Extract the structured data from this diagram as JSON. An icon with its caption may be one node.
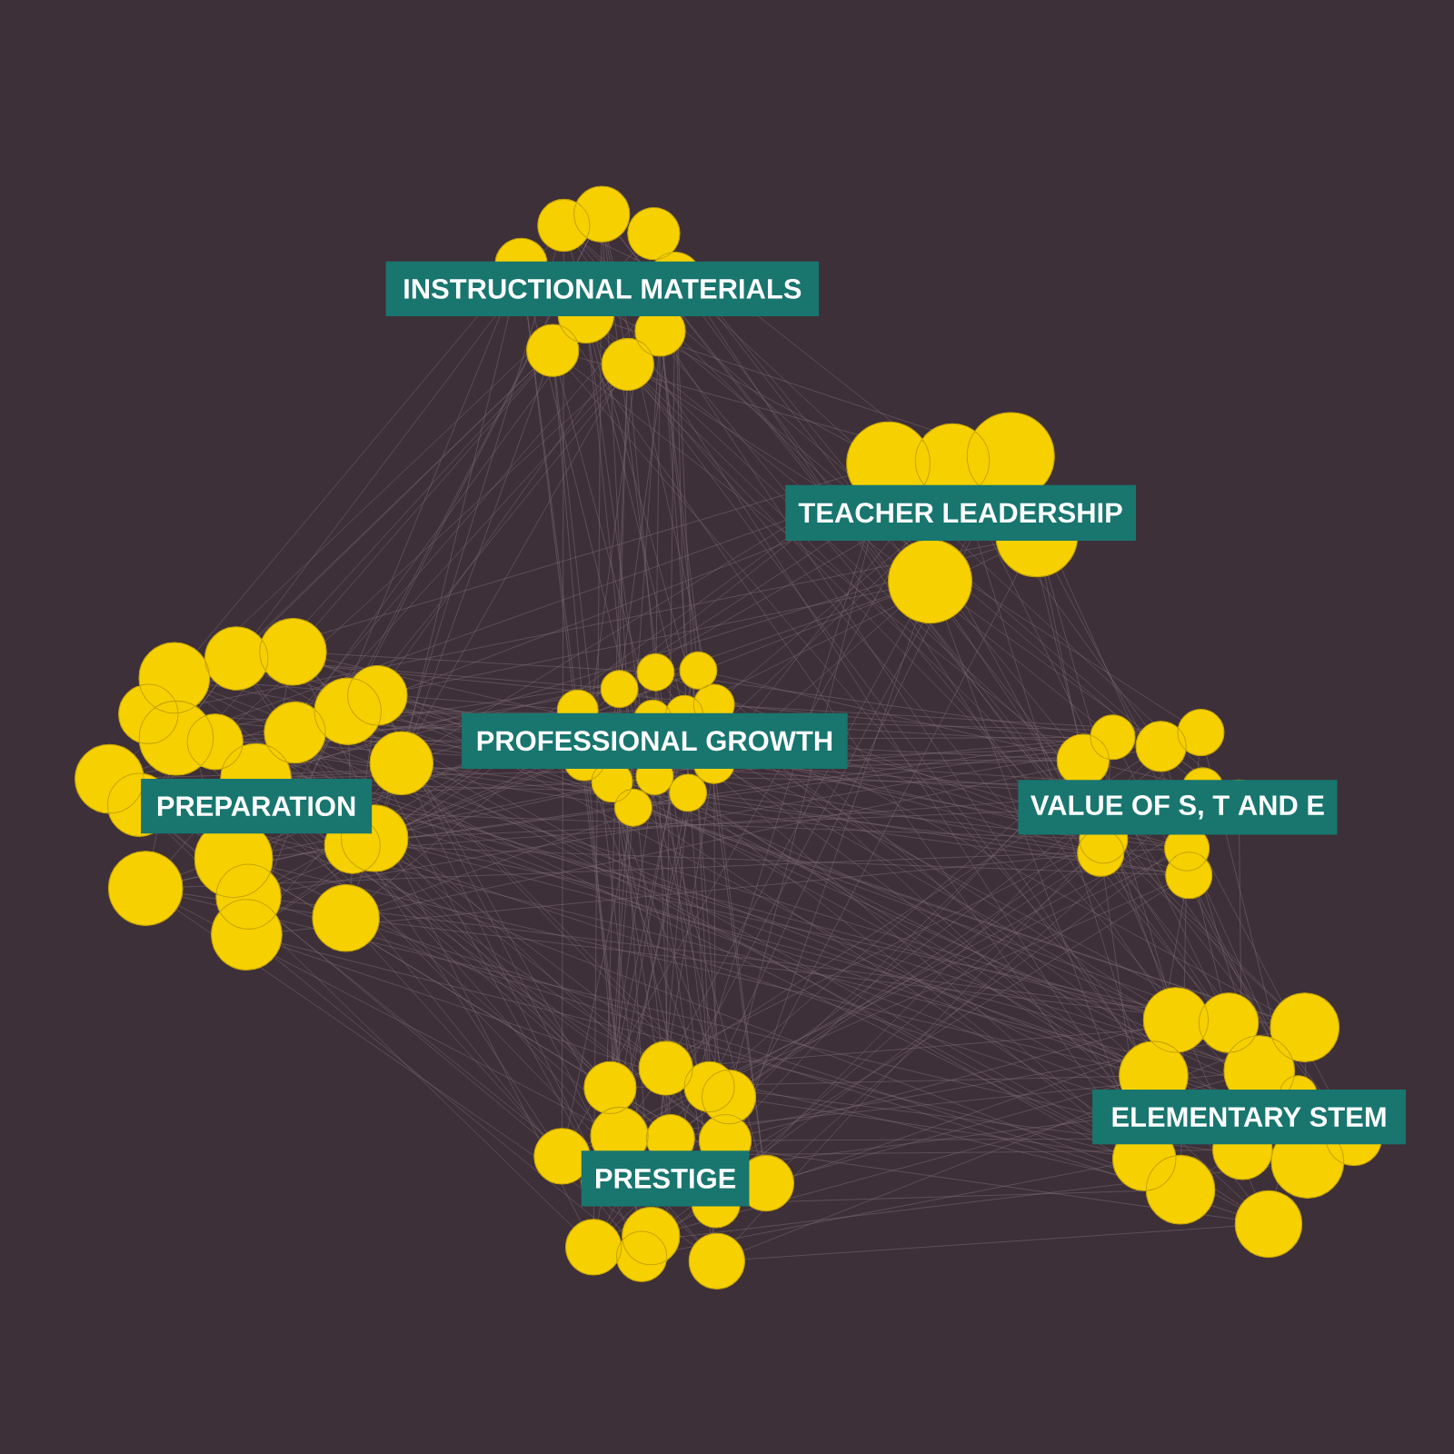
{
  "diagram": {
    "nodes": [
      {
        "text": [
          "INSTRUCTIONAL MATERIALS"
        ]
      },
      {
        "text": [
          "TEACHER LEADERSHIP"
        ]
      },
      {
        "text": [
          "PROFESSIONAL GROWTH"
        ]
      },
      {
        "text": [
          "PREPARATION"
        ]
      },
      {
        "text": [
          "VALUE OF S, T AND E"
        ]
      },
      {
        "text": [
          "ELEMENTARY STEM"
        ]
      },
      {
        "text": [
          "PRESTIGE"
        ]
      }
    ]
  }
}
